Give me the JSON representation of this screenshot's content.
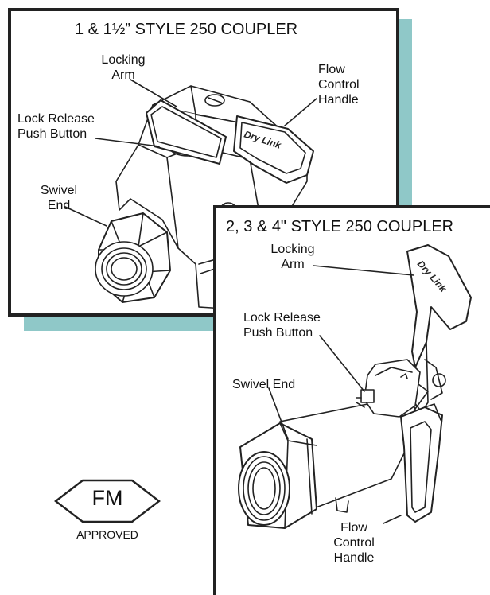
{
  "panel_small": {
    "title": "1 & 1½” STYLE 250 COUPLER",
    "labels": {
      "locking_arm": "Locking\nArm",
      "flow_control_handle": "Flow\nControl\nHandle",
      "lock_release_push_button": "Lock Release\nPush Button",
      "swivel_end": "Swivel\nEnd"
    },
    "handle_brand": "Dry Link"
  },
  "panel_large": {
    "title": "2, 3 & 4\" STYLE 250 COUPLER",
    "labels": {
      "locking_arm": "Locking\nArm",
      "lock_release_push_button": "Lock Release\nPush Button",
      "swivel_end": "Swivel End",
      "flow_control_handle": "Flow\nControl\nHandle"
    },
    "handle_brand": "Dry Link"
  },
  "approval_mark": {
    "text": "FM",
    "caption": "APPROVED"
  },
  "colors": {
    "shadow": "#8fc8c8",
    "line": "#222222"
  }
}
